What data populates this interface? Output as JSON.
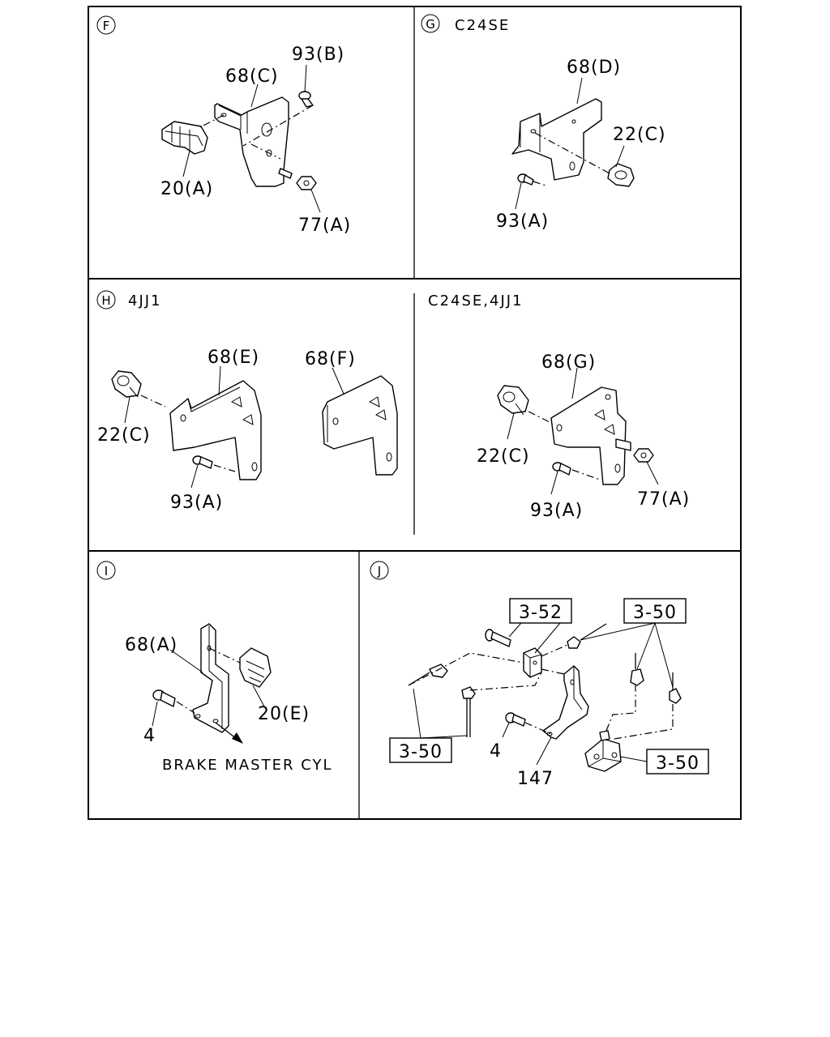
{
  "panels": {
    "F": {
      "badge": "F",
      "labels": {
        "bracket": "68(C)",
        "bolt": "93(B)",
        "clip": "20(A)",
        "nut": "77(A)"
      }
    },
    "G": {
      "badge": "G",
      "engine": "C24SE",
      "labels": {
        "bracket": "68(D)",
        "clip": "22(C)",
        "bolt": "93(A)"
      }
    },
    "H": {
      "badge": "H",
      "engine": "4JJ1",
      "labels": {
        "clip": "22(C)",
        "bracket_e": "68(E)",
        "bracket_f": "68(F)",
        "bolt": "93(A)"
      }
    },
    "H2": {
      "engine": "C24SE,4JJ1",
      "labels": {
        "bracket": "68(G)",
        "clip": "22(C)",
        "bolt": "93(A)",
        "nut": "77(A)"
      }
    },
    "I": {
      "badge": "I",
      "labels": {
        "bracket": "68(A)",
        "clip": "20(E)",
        "bolt": "4",
        "note": "BRAKE MASTER CYL"
      }
    },
    "J": {
      "badge": "J",
      "labels": {
        "ref_52": "3-52",
        "ref_50_top": "3-50",
        "ref_50_left": "3-50",
        "ref_50_right": "3-50",
        "bolt": "4",
        "bracket": "147"
      }
    }
  }
}
